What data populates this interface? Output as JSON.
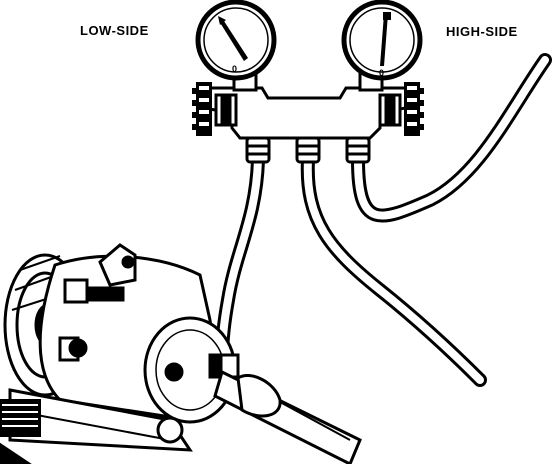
{
  "labels": {
    "low_side": "LOW-SIDE",
    "high_side": "HIGH-SIDE"
  },
  "gauges": {
    "low_zero": "0",
    "high_zero": "0"
  },
  "colors": {
    "ink": "#000000",
    "paper": "#ffffff"
  }
}
